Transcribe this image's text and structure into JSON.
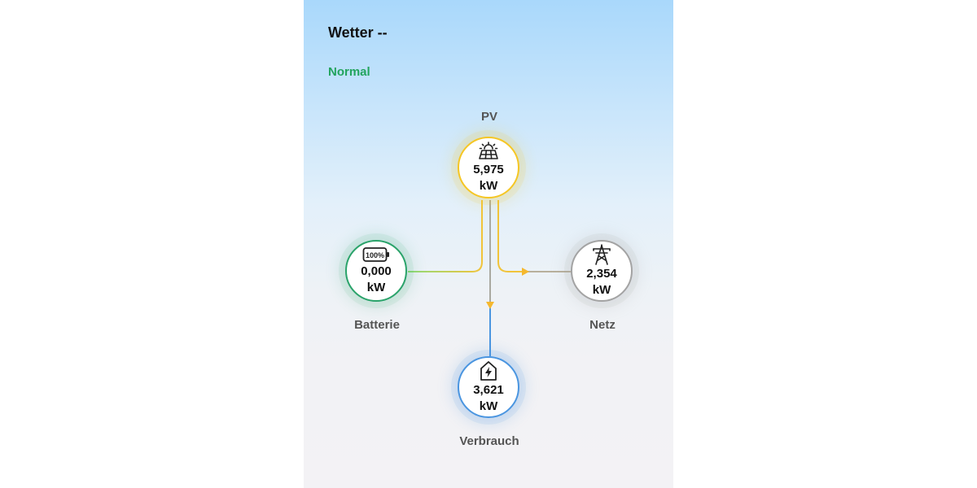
{
  "header": {
    "weather": "Wetter --",
    "status": "Normal"
  },
  "colors": {
    "pv": "#f5c624",
    "battery": "#2aa36a",
    "grid": "#a3a3a3",
    "load": "#4a95e0",
    "status": "#22a45d",
    "flow_arrow": "#f5b82e"
  },
  "nodes": {
    "pv": {
      "label": "PV",
      "value": "5,975",
      "unit": "kW",
      "icon": "solar-panel-icon"
    },
    "battery": {
      "label": "Batterie",
      "value": "0,000",
      "unit": "kW",
      "icon": "battery-icon",
      "icon_text": "100%"
    },
    "grid": {
      "label": "Netz",
      "value": "2,354",
      "unit": "kW",
      "icon": "power-pylon-icon"
    },
    "load": {
      "label": "Verbrauch",
      "value": "3,621",
      "unit": "kW",
      "icon": "home-lightning-icon"
    }
  }
}
